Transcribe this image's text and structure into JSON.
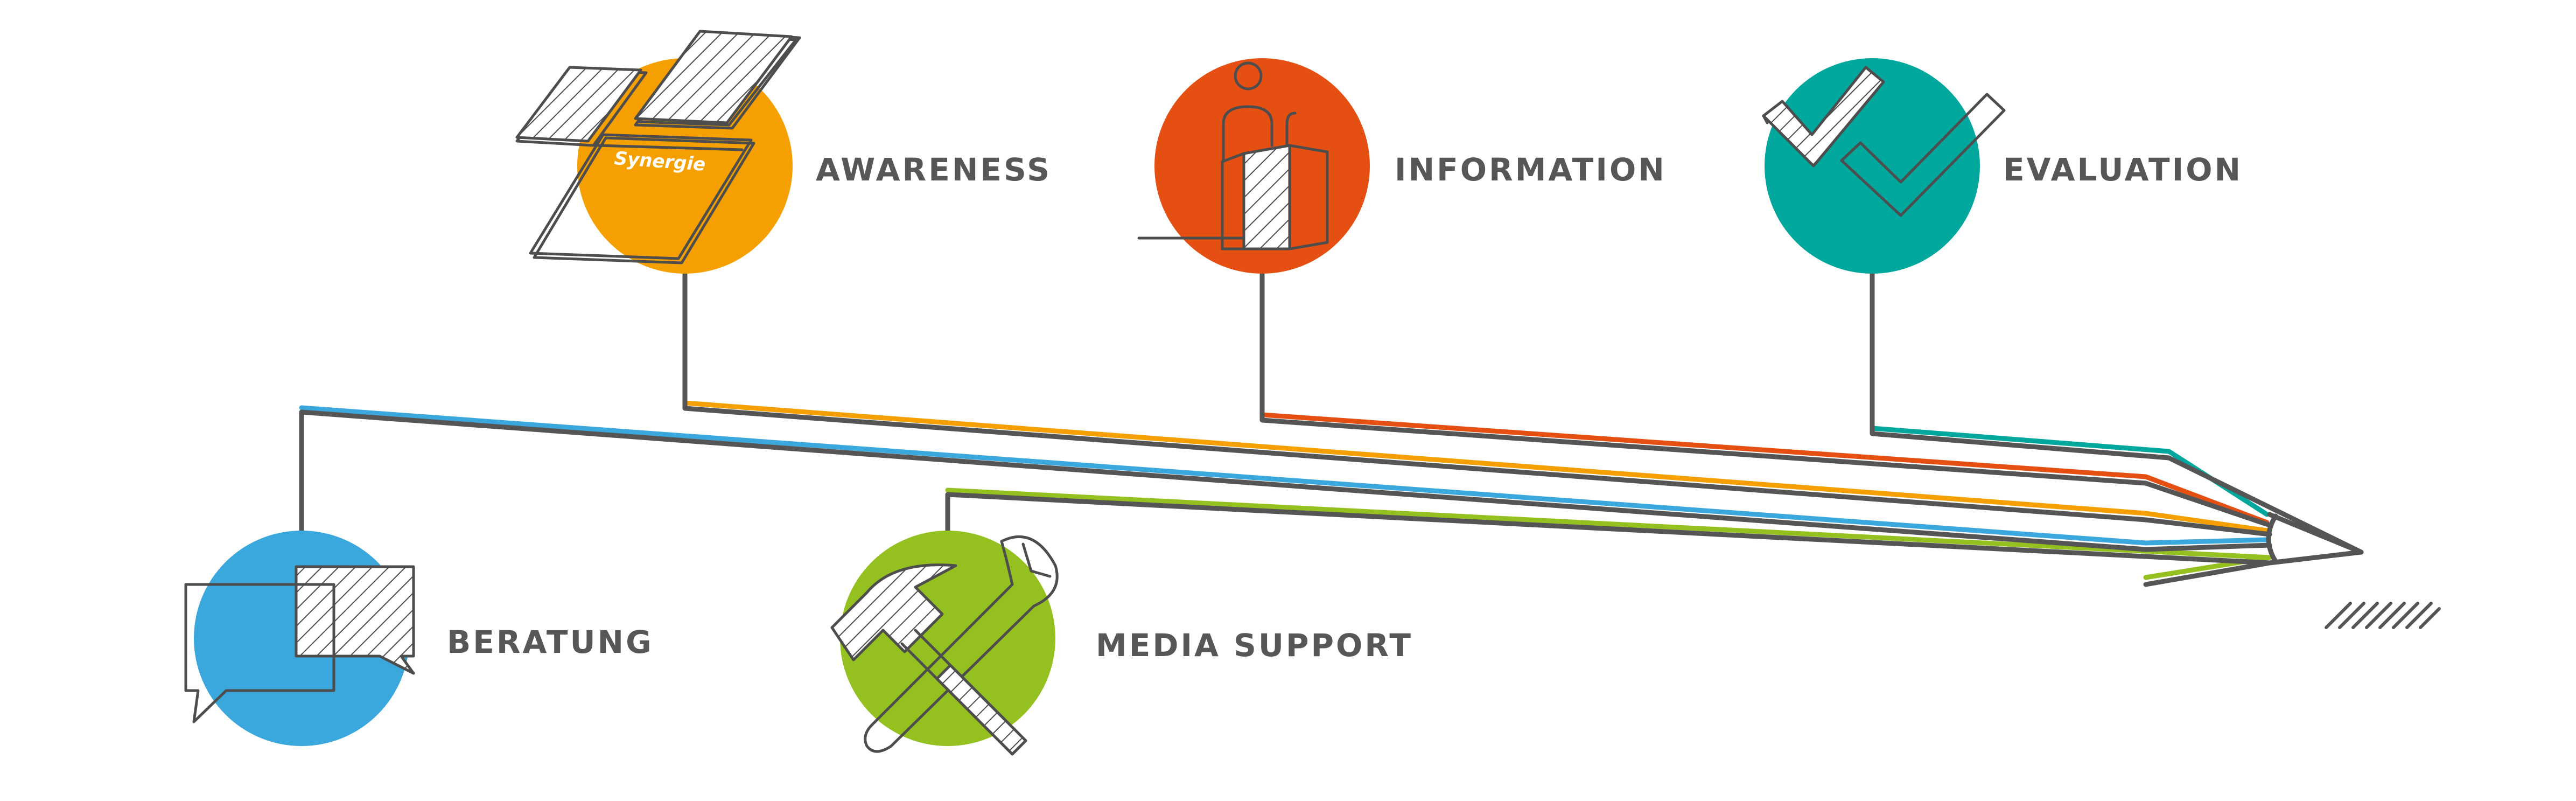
{
  "stages": [
    {
      "id": "awareness",
      "label": "AWARENESS",
      "color": "#f5a000",
      "icon": "brochure-icon",
      "brand_text": "Synergie"
    },
    {
      "id": "information",
      "label": "INFORMATION",
      "color": "#e64f12",
      "icon": "person-desk-icon"
    },
    {
      "id": "evaluation",
      "label": "EVALUATION",
      "color": "#00a79d",
      "icon": "checkmark-icon"
    },
    {
      "id": "beratung",
      "label": "BERATUNG",
      "color": "#3aa7dd",
      "icon": "speech-bubbles-icon"
    },
    {
      "id": "media_support",
      "label": "MEDIA SUPPORT",
      "color": "#94c11f",
      "icon": "hammer-wrench-icon"
    }
  ],
  "pencil_color": "#555555"
}
